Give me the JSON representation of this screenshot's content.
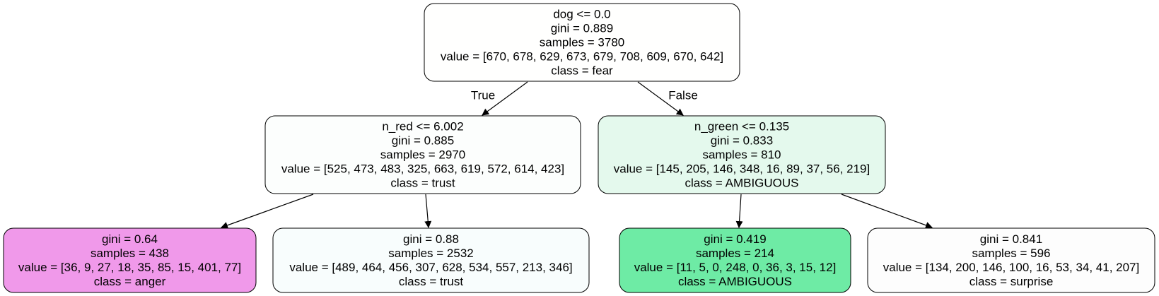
{
  "nodes": [
    {
      "id": "root",
      "fill": "#fffffe",
      "lines": [
        "dog <= 0.0",
        "gini = 0.889",
        "samples = 3780",
        "value = [670, 678, 629, 673, 679, 708, 609, 670, 642]",
        "class = fear"
      ]
    },
    {
      "id": "left",
      "fill": "#fcfefd",
      "lines": [
        "n_red <= 6.002",
        "gini = 0.885",
        "samples = 2970",
        "value = [525, 473, 483, 325, 663, 619, 572, 614, 423]",
        "class = trust"
      ]
    },
    {
      "id": "right",
      "fill": "#e4f9ed",
      "lines": [
        "n_green <= 0.135",
        "gini = 0.833",
        "samples = 810",
        "value = [145, 205, 146, 348, 16, 89, 37, 56, 219]",
        "class = AMBIGUOUS"
      ]
    },
    {
      "id": "leaf-1",
      "fill": "#f099ea",
      "lines": [
        "gini = 0.64",
        "samples = 438",
        "value = [36, 9, 27, 18, 35, 85, 15, 401, 77]",
        "class = anger"
      ]
    },
    {
      "id": "leaf-2",
      "fill": "#f8fdfd",
      "lines": [
        "gini = 0.88",
        "samples = 2532",
        "value = [489, 464, 456, 307, 628, 534, 557, 213, 346]",
        "class = trust"
      ]
    },
    {
      "id": "leaf-3",
      "fill": "#6eeba5",
      "lines": [
        "gini = 0.419",
        "samples = 214",
        "value = [11, 5, 0, 248, 0, 36, 3, 15, 12]",
        "class = AMBIGUOUS"
      ]
    },
    {
      "id": "leaf-4",
      "fill": "#fdfdfd",
      "lines": [
        "gini = 0.841",
        "samples = 596",
        "value = [134, 200, 146, 100, 16, 53, 34, 41, 207]",
        "class = surprise"
      ]
    }
  ],
  "edges": [
    {
      "from": "root",
      "to": "left",
      "label": "True"
    },
    {
      "from": "root",
      "to": "right",
      "label": "False"
    },
    {
      "from": "left",
      "to": "leaf-1",
      "label": ""
    },
    {
      "from": "left",
      "to": "leaf-2",
      "label": ""
    },
    {
      "from": "right",
      "to": "leaf-3",
      "label": ""
    },
    {
      "from": "right",
      "to": "leaf-4",
      "label": ""
    }
  ]
}
